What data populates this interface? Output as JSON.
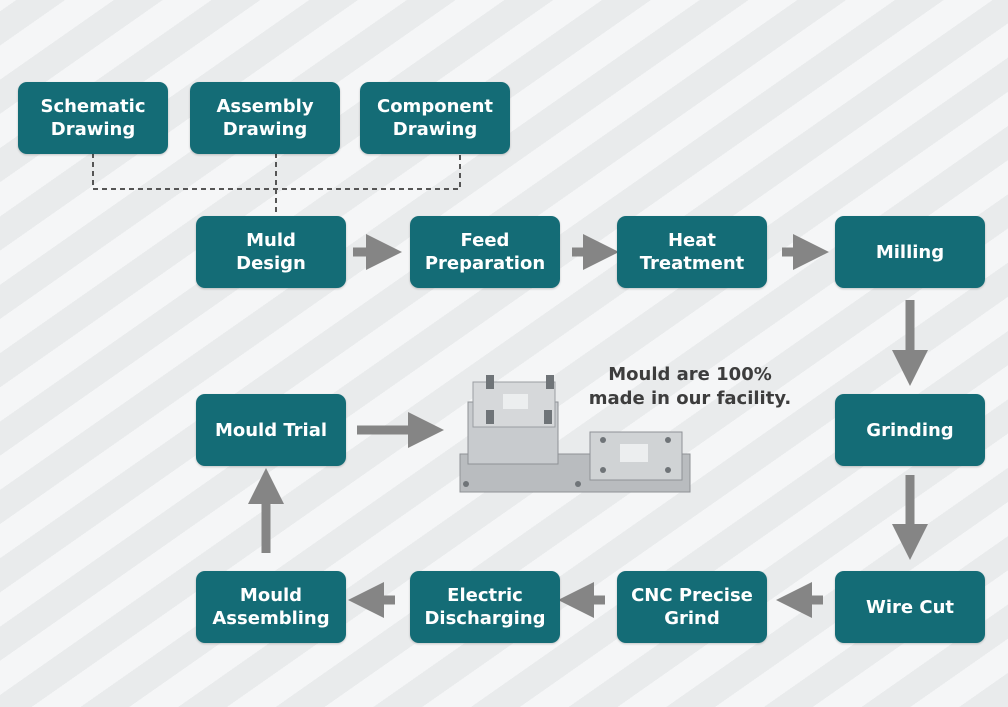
{
  "inputs": [
    {
      "label": "Schematic\nDrawing"
    },
    {
      "label": "Assembly\nDrawing"
    },
    {
      "label": "Component\nDrawing"
    }
  ],
  "steps": {
    "muld_design": "Muld\nDesign",
    "feed_preparation": "Feed\nPreparation",
    "heat_treatment": "Heat\nTreatment",
    "milling": "Milling",
    "grinding": "Grinding",
    "wire_cut": "Wire Cut",
    "cnc_precise_grind": "CNC Precise\nGrind",
    "electric_discharging": "Electric\nDischarging",
    "mould_assembling": "Mould\nAssembling",
    "mould_trial": "Mould Trial"
  },
  "caption": "Mould are 100%\nmade in our facility.",
  "colors": {
    "box": "#146c76",
    "arrow": "#858585"
  }
}
